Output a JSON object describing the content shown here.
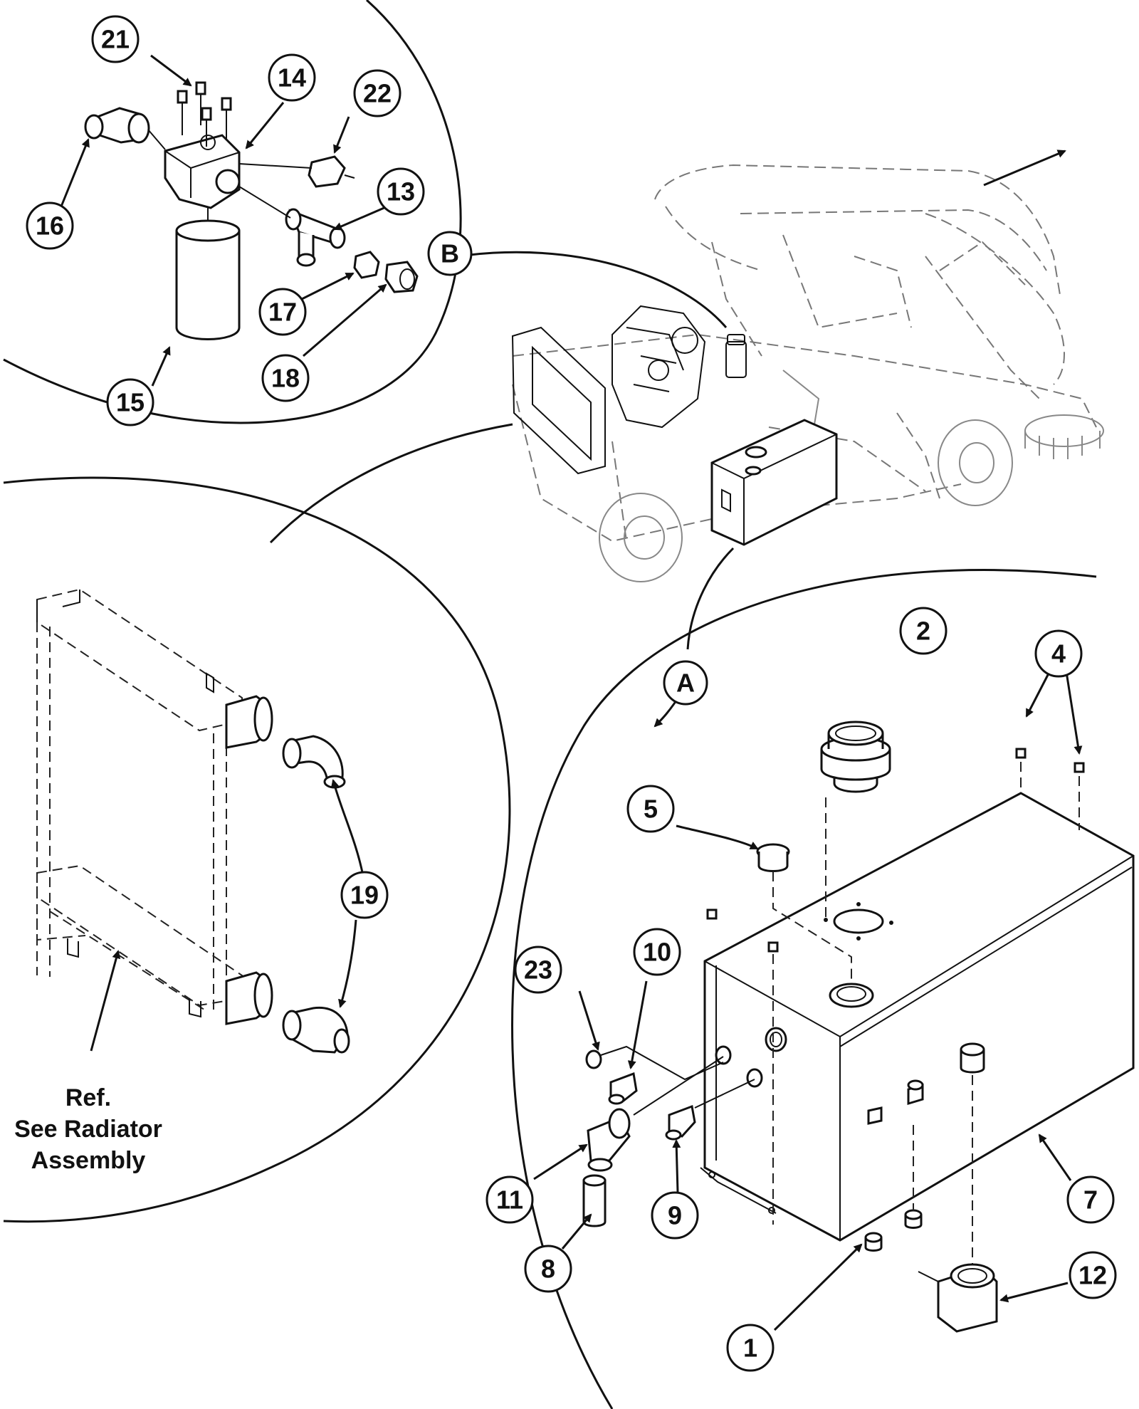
{
  "callouts": {
    "c1": "1",
    "c2": "2",
    "c4": "4",
    "c5": "5",
    "c7": "7",
    "c8": "8",
    "c9": "9",
    "c10": "10",
    "c11": "11",
    "c12": "12",
    "c13": "13",
    "c14": "14",
    "c15": "15",
    "c16": "16",
    "c17": "17",
    "c18": "18",
    "c19": "19",
    "c21": "21",
    "c22": "22",
    "c23": "23"
  },
  "views": {
    "a": "A",
    "b": "B"
  },
  "note": {
    "line1": "Ref.",
    "line2": "See Radiator",
    "line3": "Assembly"
  }
}
